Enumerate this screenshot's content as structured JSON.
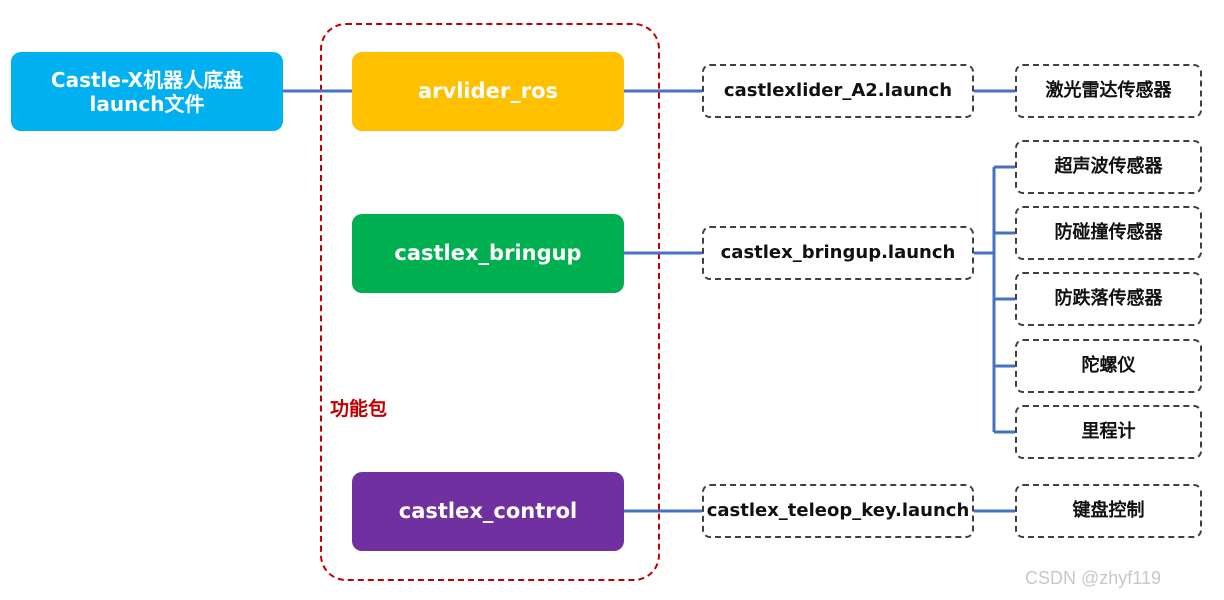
{
  "root": {
    "line1": "Castle-X机器人底盘",
    "line2": "launch文件"
  },
  "group": {
    "label": "功能包"
  },
  "packages": [
    {
      "label": "arvlider_ros",
      "color": "#FFC000"
    },
    {
      "label": "castlex_bringup",
      "color": "#00B050"
    },
    {
      "label": "castlex_control",
      "color": "#7030A0"
    }
  ],
  "launch_files": [
    {
      "label": "castlexlider_A2.launch"
    },
    {
      "label": "castlex_bringup.launch"
    },
    {
      "label": "castlex_teleop_key.launch"
    }
  ],
  "devices": [
    {
      "label": "激光雷达传感器"
    },
    {
      "label": "超声波传感器"
    },
    {
      "label": "防碰撞传感器"
    },
    {
      "label": "防跌落传感器"
    },
    {
      "label": "陀螺仪"
    },
    {
      "label": "里程计"
    },
    {
      "label": "键盘控制"
    }
  ],
  "colors": {
    "root": "#00B0F0",
    "connector": "#4472C4",
    "group_border": "#C00000",
    "dashed_border": "#404040"
  },
  "watermark": "CSDN @zhyf119"
}
